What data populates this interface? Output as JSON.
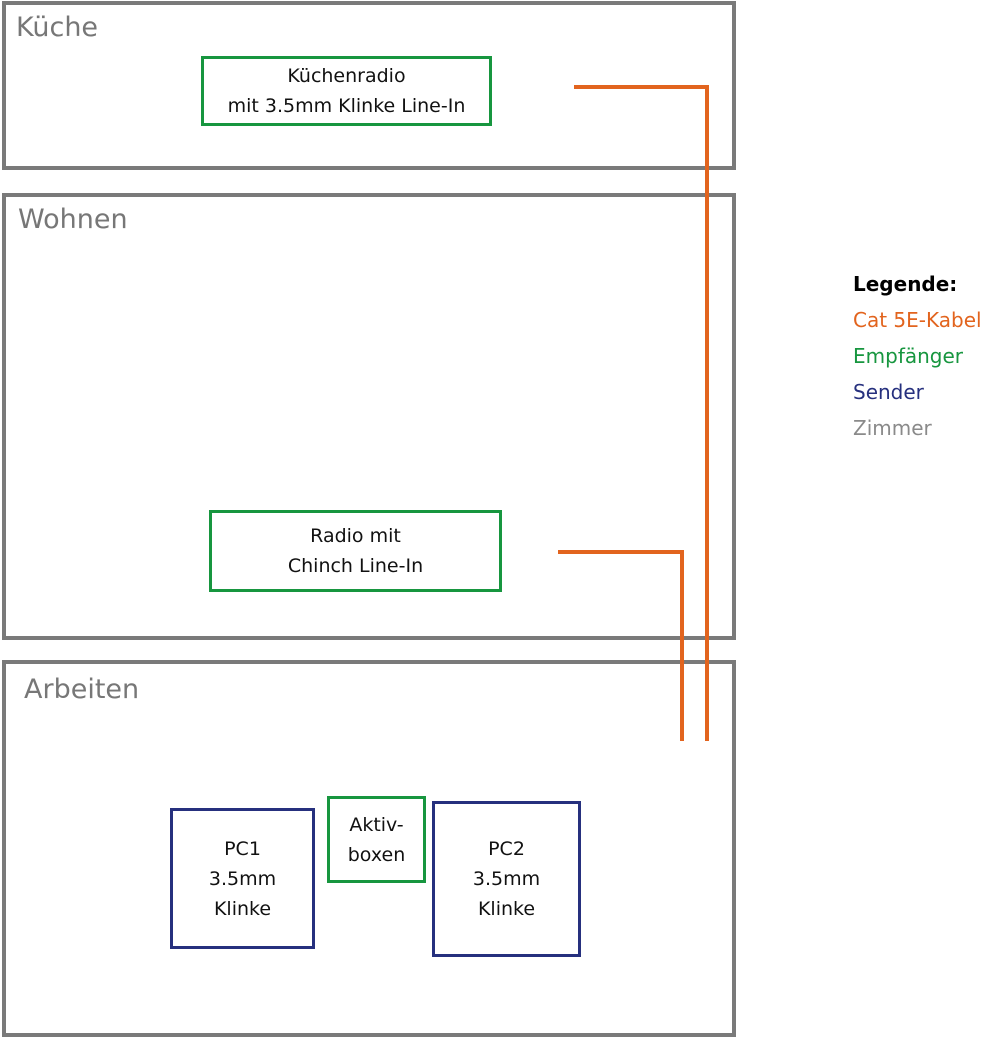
{
  "colors": {
    "cable": "#e2641e",
    "receiver": "#17963f",
    "sender": "#26307e",
    "room": "#7a7a7a"
  },
  "rooms": {
    "kueche": {
      "label": "Küche"
    },
    "wohnen": {
      "label": "Wohnen"
    },
    "arbeiten": {
      "label": "Arbeiten"
    }
  },
  "devices": {
    "kuechenradio": {
      "lines": [
        "Küchenradio",
        "mit 3.5mm Klinke Line-In"
      ],
      "type": "receiver"
    },
    "radio": {
      "lines": [
        "Radio mit",
        "Chinch Line-In"
      ],
      "type": "receiver"
    },
    "aktivboxen": {
      "lines": [
        "Aktiv-",
        "boxen"
      ],
      "type": "receiver"
    },
    "pc1": {
      "lines": [
        "PC1",
        "3.5mm",
        "Klinke"
      ],
      "type": "sender"
    },
    "pc2": {
      "lines": [
        "PC2",
        "3.5mm",
        "Klinke"
      ],
      "type": "sender"
    }
  },
  "legend": {
    "title": "Legende:",
    "items": [
      {
        "label": "Cat 5E-Kabel",
        "color": "#e2641e"
      },
      {
        "label": "Empfänger",
        "color": "#17963f"
      },
      {
        "label": "Sender",
        "color": "#26307e"
      },
      {
        "label": "Zimmer",
        "color": "#8a8a8a"
      }
    ]
  }
}
